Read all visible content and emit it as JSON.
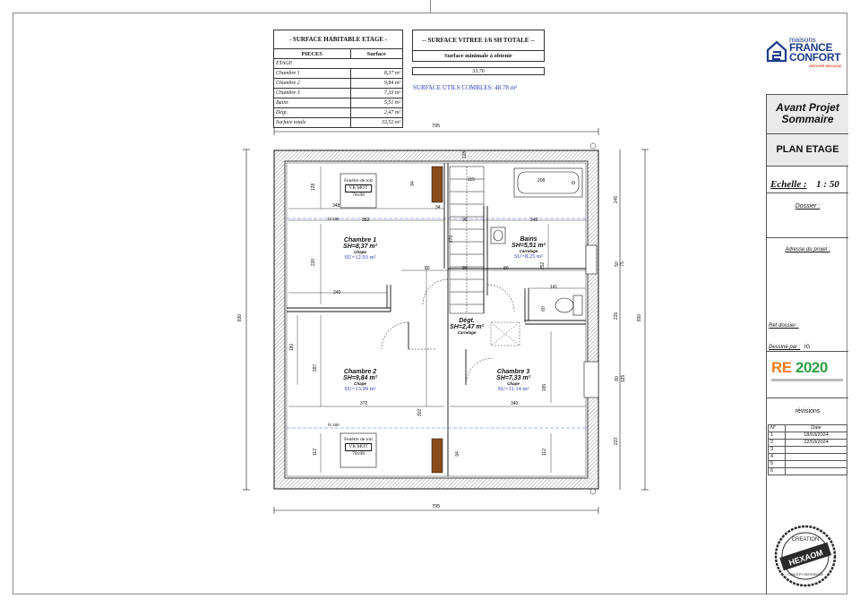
{
  "surface_table": {
    "title": "- SURFACE HABITABLE ETAGE -",
    "col_pieces": "PIECES",
    "col_surface": "Surface",
    "group": "ETAGE",
    "rows": [
      {
        "piece": "Chambre 1",
        "surface": "8,37 m²"
      },
      {
        "piece": "Chambre 2",
        "surface": "9,84 m²"
      },
      {
        "piece": "Chambre 3",
        "surface": "7,33 m²"
      },
      {
        "piece": "Bains",
        "surface": "5,51 m²"
      },
      {
        "piece": "Dégt.",
        "surface": "2,47 m²"
      }
    ],
    "total_label": "Surface totale",
    "total_value": "33,52 m²"
  },
  "vitree_table": {
    "title": "-- SURFACE VITREE 1/6 SH TOTALE --",
    "subtitle": "Surface minimale à obtenir",
    "value": "33.76"
  },
  "surface_utils": "SURFACE UTILS COMBLES: 48.78 m²",
  "plan": {
    "overall_dim": "795",
    "height_dim": "830",
    "ceiling_mark": "ht 180",
    "rooms": [
      {
        "name": "Chambre 1",
        "sh": "SH=8,37 m²",
        "finish": "Chape",
        "su": "SU=12.93 m²"
      },
      {
        "name": "Bains",
        "sh": "SH=5,51 m²",
        "finish": "Carrelage",
        "su": "SU=8.25 m²"
      },
      {
        "name": "Dégt.",
        "sh": "SH=2,47 m²",
        "finish": "Carrelage"
      },
      {
        "name": "Chambre 2",
        "sh": "SH=9,84 m²",
        "finish": "Chape",
        "su": "SU=13.99 m²"
      },
      {
        "name": "Chambre 3",
        "sh": "SH=7,33 m²",
        "finish": "Chape",
        "su": "SU=11.14 m²"
      }
    ],
    "windows": [
      {
        "label": "Fenêtre de toit",
        "model": "VR MOT",
        "size": "78x98"
      },
      {
        "label": "Fenêtre de toit",
        "model": "VR MOT",
        "size": "78x98"
      }
    ],
    "dims": {
      "d128": "128",
      "d348": "348",
      "d94": "94",
      "d34": "34",
      "d115": "115",
      "d208": "208",
      "d382": "382",
      "d90": "90",
      "d240": "240",
      "d220": "220",
      "d270": "270",
      "d252": "252",
      "d80": "80",
      "d141": "141",
      "d180": "180",
      "d287": "287",
      "d372": "372",
      "d302": "302",
      "d340": "340",
      "d195": "195",
      "d112": "112",
      "d245": "245",
      "d50": "50",
      "d215": "215",
      "d60": "60",
      "d223": "223",
      "d75": "75",
      "d125": "125"
    }
  },
  "logo": {
    "line1": "maisons",
    "line2": "FRANCE",
    "line3": "CONFORT",
    "line4": "GROUPE HEXAOM"
  },
  "cartouche": {
    "project_type_1": "Avant Projet",
    "project_type_2": "Sommaire",
    "plan_title": "PLAN ETAGE",
    "echelle_label": "Echelle :",
    "echelle_value": "1 : 50",
    "dossier_label": "Dossier :",
    "adresse_label": "Adresse du projet :",
    "ref_label": "Réf dossier :",
    "dessine_label": "Dessiné par :",
    "dessine_value": "IG",
    "re2020_a": "RE",
    "re2020_b": "2020",
    "revisions_title": "révisions",
    "revision_headers": [
      "N°",
      "Date"
    ],
    "revisions": [
      {
        "n": "1",
        "date": "18/03/2024"
      },
      {
        "n": "2",
        "date": "22/03/2024"
      },
      {
        "n": "3",
        "date": ""
      },
      {
        "n": "4",
        "date": ""
      },
      {
        "n": "5",
        "date": ""
      },
      {
        "n": "6",
        "date": ""
      }
    ],
    "seal_top": "CREATION",
    "seal_brand": "HEXAOM",
    "seal_bottom": "CONCEPT REFERENCE"
  },
  "colors": {
    "blue_text": "#2b3fb8",
    "brand_blue": "#1c3c8c",
    "brand_orange": "#e8472a",
    "re_orange": "#f07d1a",
    "re_green": "#2ea043",
    "duct_brown": "#8a4a1a"
  }
}
